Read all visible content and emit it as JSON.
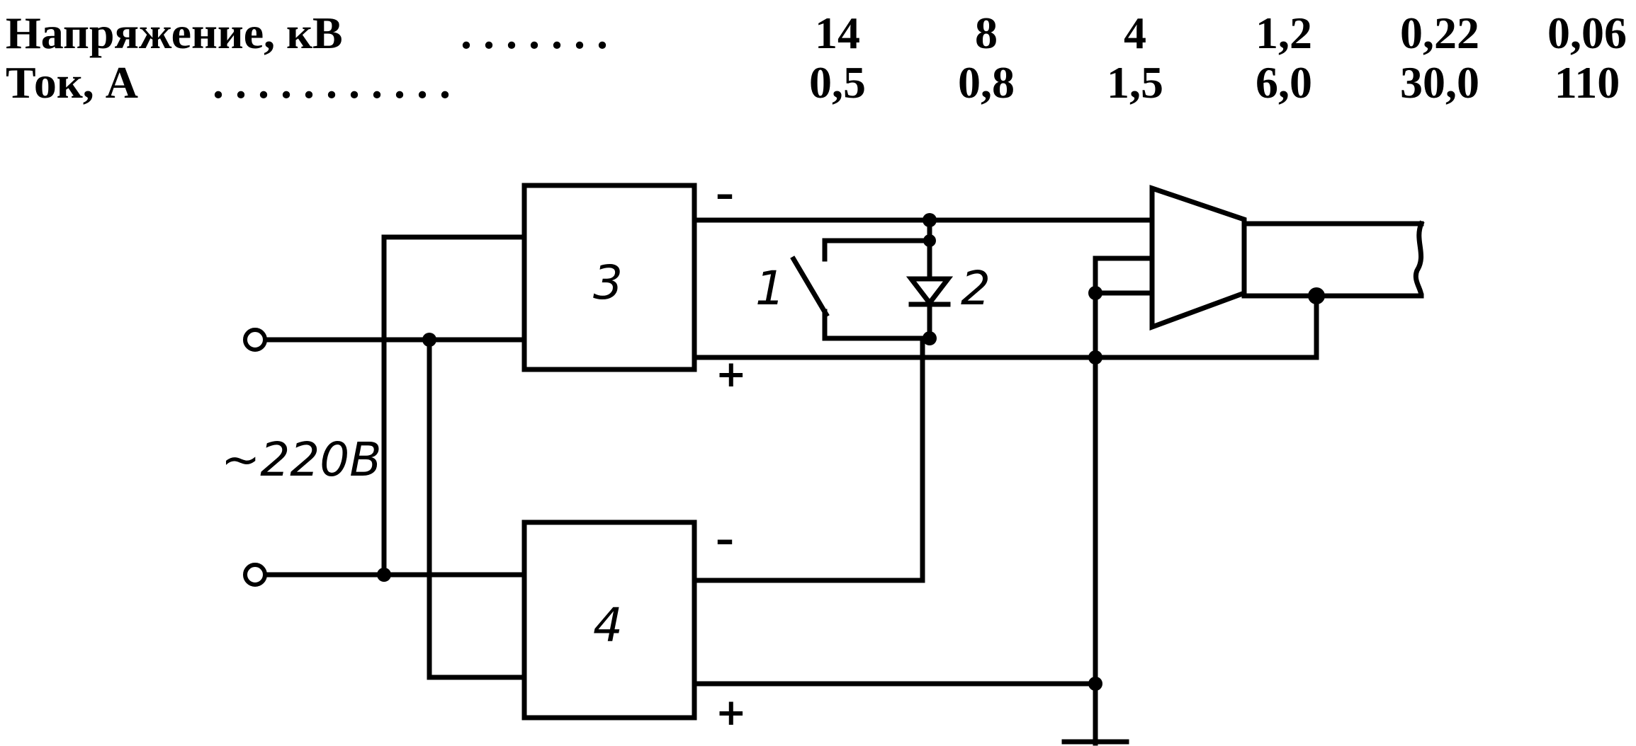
{
  "table": {
    "rows": [
      {
        "label": "Напряжение,  кВ",
        "leader": ". . . . . . .",
        "values": [
          "14",
          "8",
          "4",
          "1,2",
          "0,22",
          "0,06"
        ]
      },
      {
        "label": "Ток,  А",
        "leader": ". . . . . . . . . . .",
        "values": [
          "0,5",
          "0,8",
          "1,5",
          "6,0",
          "30,0",
          "110"
        ]
      }
    ]
  },
  "diagram": {
    "supply_label": "~220В",
    "block_top": "3",
    "block_bottom": "4",
    "switch_label": "1",
    "diode_label": "2",
    "minus_sign": "–",
    "plus_sign": "+"
  }
}
